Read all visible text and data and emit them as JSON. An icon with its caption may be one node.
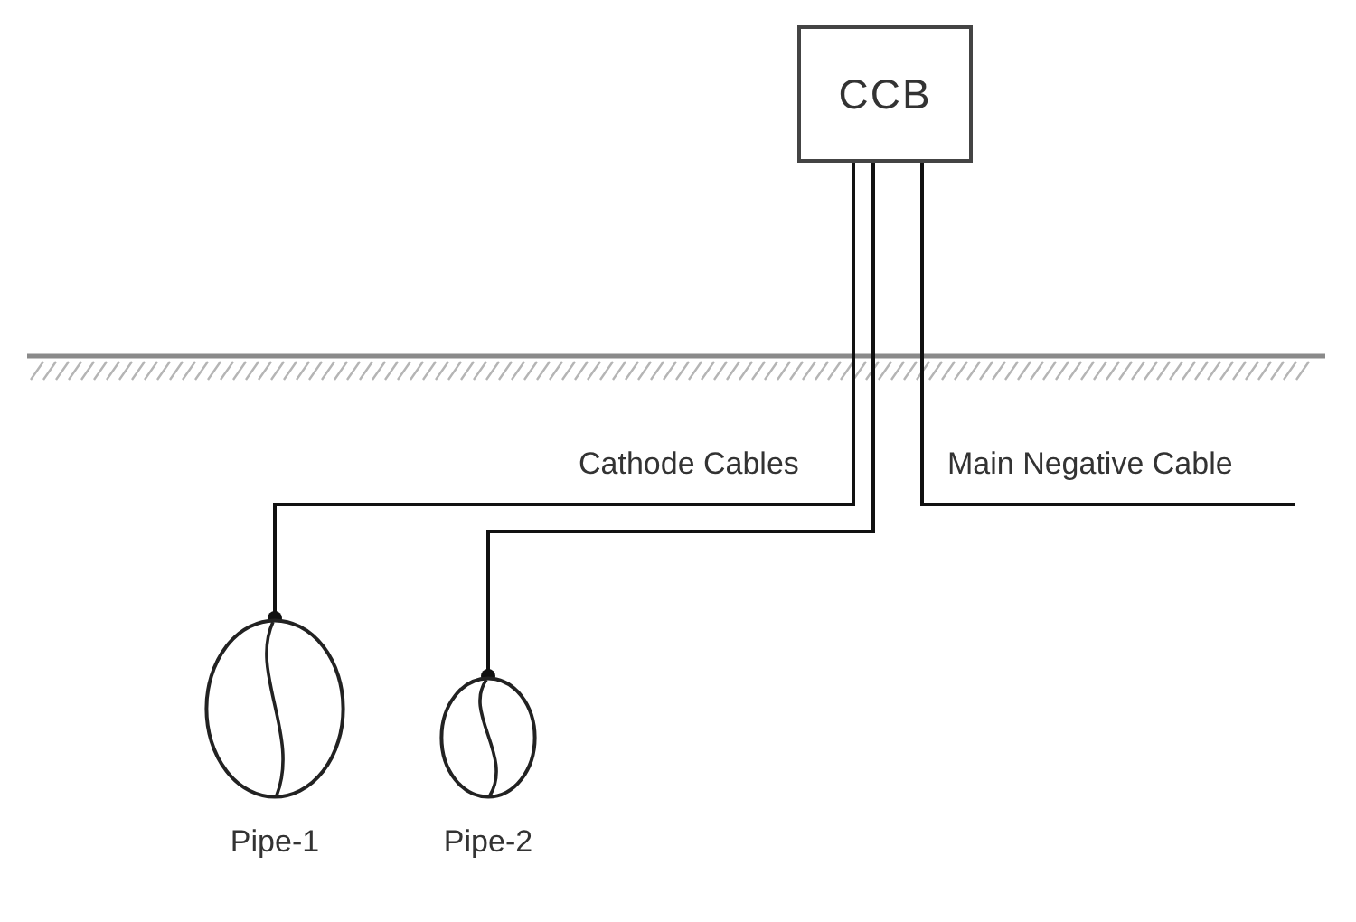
{
  "diagram": {
    "nodes": [
      {
        "text": [
          "CCB"
        ]
      },
      {
        "text": [
          "Pipe-1"
        ]
      },
      {
        "text": [
          "Pipe-2"
        ]
      }
    ],
    "edges": [
      {
        "from": 0,
        "to": 1,
        "arrow": "other",
        "label": "Cathode Cables"
      },
      {
        "from": 0,
        "to": 2,
        "arrow": "other"
      },
      {
        "from": 0,
        "to": null,
        "arrow": "none",
        "label": "Main Negative Cable"
      }
    ]
  }
}
